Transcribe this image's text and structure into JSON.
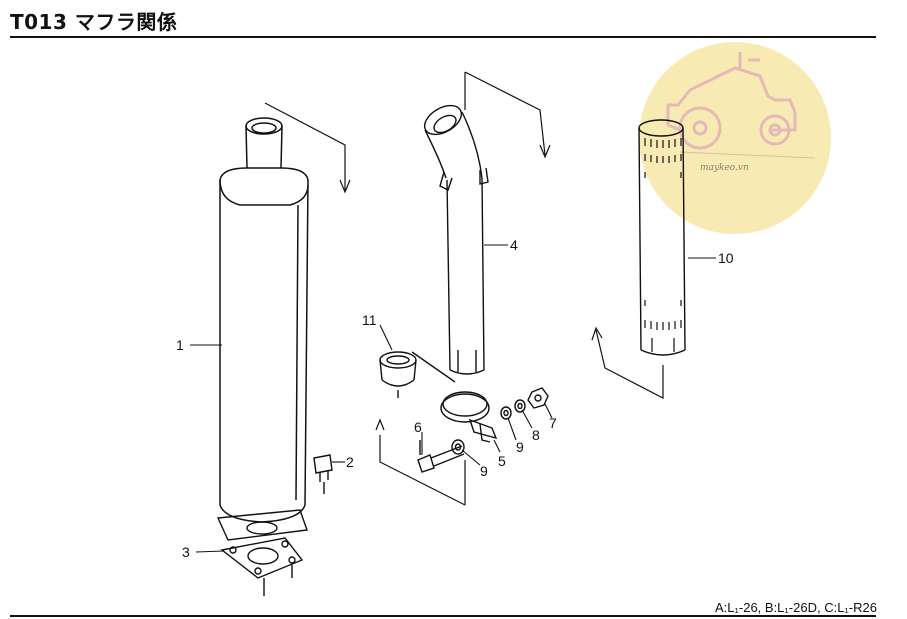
{
  "title": "T013 マフラ関係",
  "footer_note": "A:L₁-26, B:L₁-26D, C:L₁-R26",
  "watermark": {
    "text": "maykeo.vn",
    "badge_color": "#f6e7a6",
    "icon": "tractor-icon"
  },
  "callouts": {
    "p1": "1",
    "p2": "2",
    "p3": "3",
    "p4": "4",
    "p5": "5",
    "p6": "6",
    "p7": "7",
    "p8": "8",
    "p9a": "9",
    "p9b": "9",
    "p10": "10",
    "p11": "11"
  },
  "colors": {
    "line": "#111111",
    "paper": "#ffffff"
  }
}
